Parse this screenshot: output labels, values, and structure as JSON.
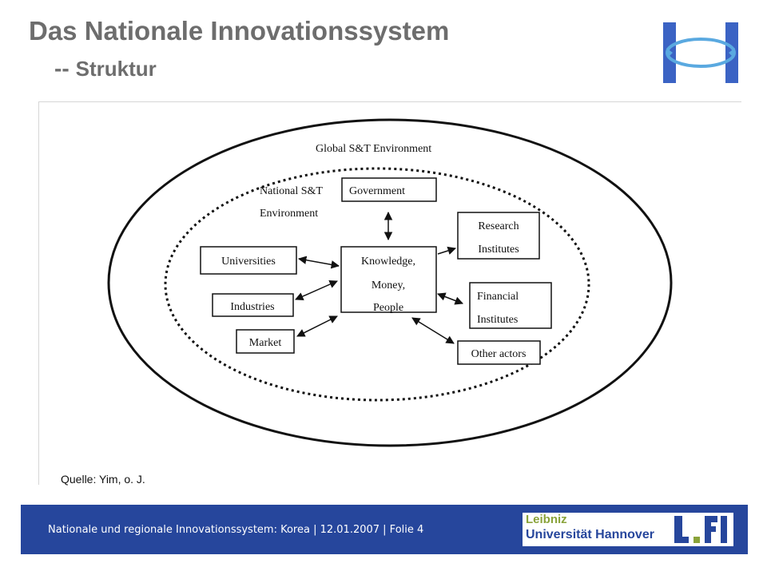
{
  "slide": {
    "title_main": "Das Nationale Innovationssystem",
    "title_dash": "--",
    "title_sub": "Struktur",
    "source": "Quelle: Yim, o. J."
  },
  "diagram": {
    "outer_label": "Global S&T Environment",
    "inner_label_line1": "National S&T",
    "inner_label_line2": "Environment",
    "center_lines": [
      "Knowledge,",
      "Money,",
      "People"
    ],
    "nodes": {
      "government": "Government",
      "universities": "Universities",
      "industries": "Industries",
      "market": "Market",
      "research_line1": "Research",
      "research_line2": "Institutes",
      "financial_line1": "Financial",
      "financial_line2": "Institutes",
      "other": "Other actors"
    }
  },
  "footer": {
    "text": "Nationale und regionale Innovationssystem: Korea | 12.01.2007 | Folie 4",
    "logo_line1": "Leibniz",
    "logo_line2": "Universität Hannover"
  },
  "colors": {
    "footer_bg": "#26469c",
    "title_gray": "#6d6d6d",
    "logo_green": "#8aa33a"
  }
}
